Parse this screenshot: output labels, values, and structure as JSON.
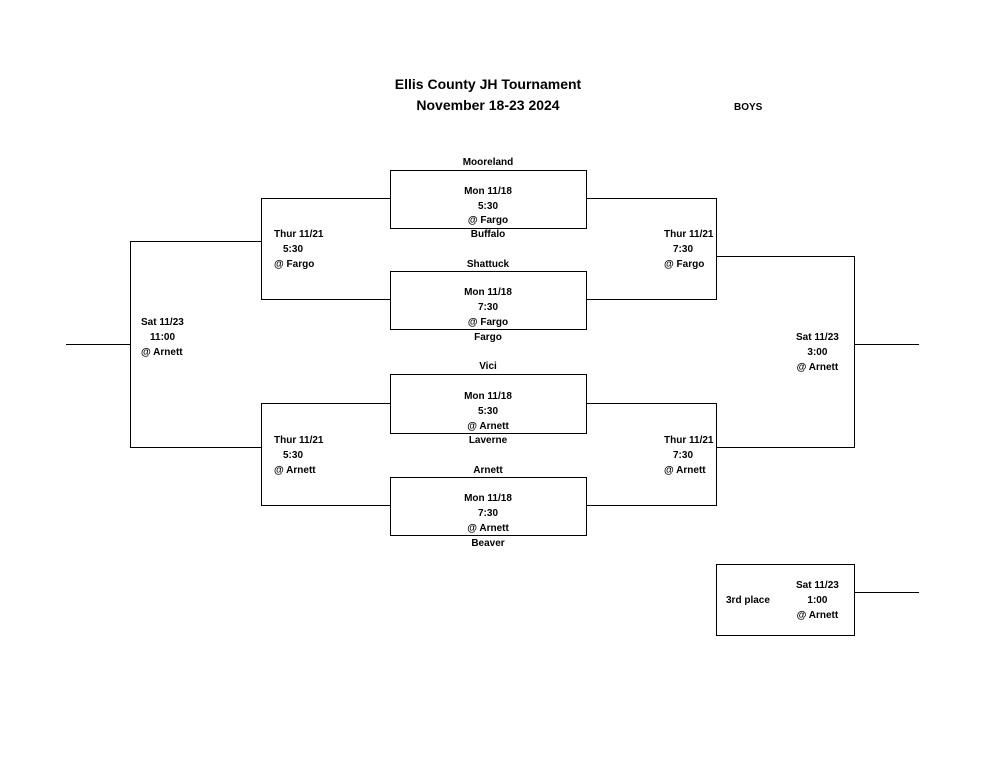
{
  "header": {
    "title": "Ellis County JH Tournament",
    "dates": "November 18-23 2024",
    "division": "BOYS"
  },
  "round1": [
    {
      "top_team": "Mooreland",
      "day": "Mon 11/18",
      "time": "5:30",
      "site": "@ Fargo",
      "bottom_team": "Buffalo"
    },
    {
      "top_team": "Shattuck",
      "day": "Mon 11/18",
      "time": "7:30",
      "site": "@ Fargo",
      "bottom_team": "Fargo"
    },
    {
      "top_team": "Vici",
      "day": "Mon 11/18",
      "time": "5:30",
      "site": "@ Arnett",
      "bottom_team": "Laverne"
    },
    {
      "top_team": "Arnett",
      "day": "Mon 11/18",
      "time": "7:30",
      "site": "@ Arnett",
      "bottom_team": "Beaver"
    }
  ],
  "round2_left": [
    {
      "day": "Thur 11/21",
      "time": "5:30",
      "site": "@ Fargo"
    },
    {
      "day": "Thur 11/21",
      "time": "5:30",
      "site": "@ Arnett"
    }
  ],
  "round2_right": [
    {
      "day": "Thur 11/21",
      "time": "7:30",
      "site": "@ Fargo"
    },
    {
      "day": "Thur 11/21",
      "time": "7:30",
      "site": "@ Arnett"
    }
  ],
  "final_left": {
    "day": "Sat 11/23",
    "time": "11:00",
    "site": "@ Arnett"
  },
  "final_right": {
    "day": "Sat 11/23",
    "time": "3:00",
    "site": "@ Arnett"
  },
  "third_place": {
    "label": "3rd place",
    "day": "Sat 11/23",
    "time": "1:00",
    "site": "@ Arnett"
  }
}
